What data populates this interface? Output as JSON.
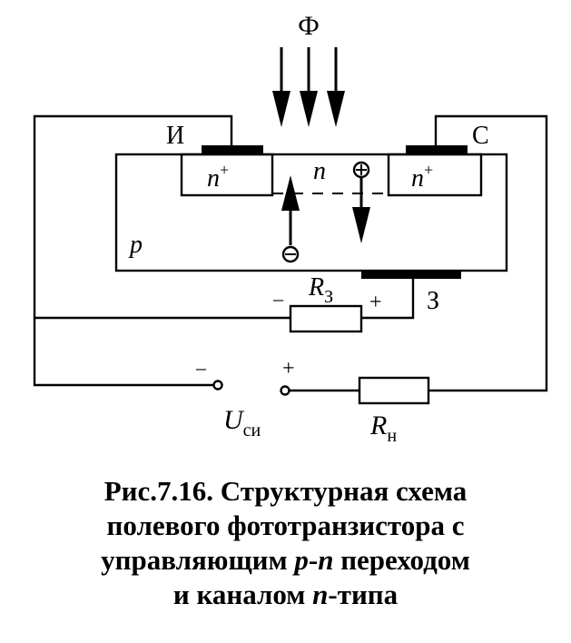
{
  "diagram": {
    "flux_symbol": "Ф",
    "terminal_source": "И",
    "terminal_drain": "С",
    "terminal_gate": "З",
    "region_n_plus_source": "n",
    "region_n_plus_drain": "n",
    "plus_superscript": "+",
    "channel_label": "n",
    "substrate_label": "p",
    "resistor_gate_main": "R",
    "resistor_gate_sub": "З",
    "resistor_gate_minus": "–",
    "resistor_gate_plus": "+",
    "supply_minus": "–",
    "supply_plus": "+",
    "voltage_main": "U",
    "voltage_sub": "си",
    "resistor_load_main": "R",
    "resistor_load_sub": "н"
  },
  "caption": {
    "line1": "Рис.7.16. Структурная схема",
    "line2": "полевого фототранзистора с",
    "line3_a": "управляющим ",
    "line3_p": "p",
    "line3_dash": "-",
    "line3_n": "n",
    "line3_b": " переходом",
    "line4_a": "и каналом ",
    "line4_n": "n",
    "line4_b": "-типа"
  }
}
